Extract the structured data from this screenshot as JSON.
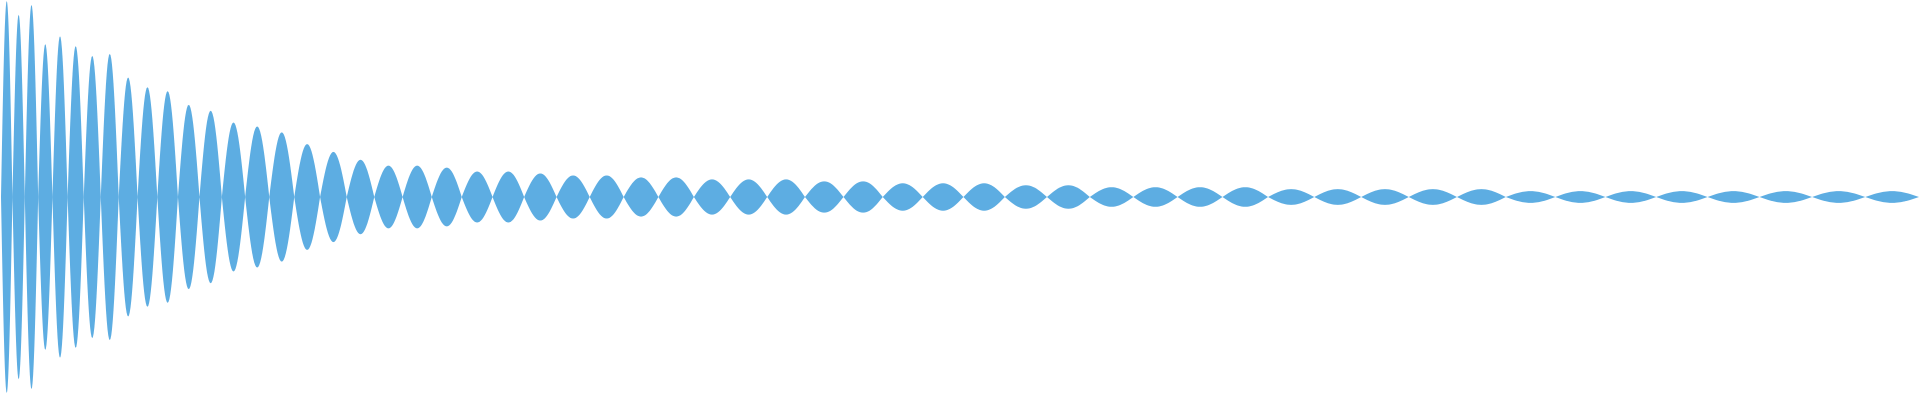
{
  "chart_data": {
    "type": "area",
    "title": "",
    "xlabel": "",
    "ylabel": "",
    "grid": false,
    "legend": "none",
    "color": "#5dade2",
    "ylim": [
      -1,
      1
    ],
    "series": [
      {
        "lobe_peaks": [
          1.0,
          0.93,
          0.98,
          0.78,
          0.82,
          0.77,
          0.72,
          0.73,
          0.61,
          0.56,
          0.54,
          0.47,
          0.44,
          0.38,
          0.36,
          0.33,
          0.27,
          0.23,
          0.19,
          0.16,
          0.16,
          0.15,
          0.13,
          0.13,
          0.12,
          0.11,
          0.11,
          0.1,
          0.1,
          0.09,
          0.09,
          0.09,
          0.08,
          0.08,
          0.07,
          0.07,
          0.07,
          0.06,
          0.06,
          0.05,
          0.05,
          0.05,
          0.05,
          0.04,
          0.04,
          0.04,
          0.04,
          0.04,
          0.03,
          0.03,
          0.03,
          0.03,
          0.03,
          0.03,
          0.03,
          0.03
        ]
      }
    ]
  }
}
